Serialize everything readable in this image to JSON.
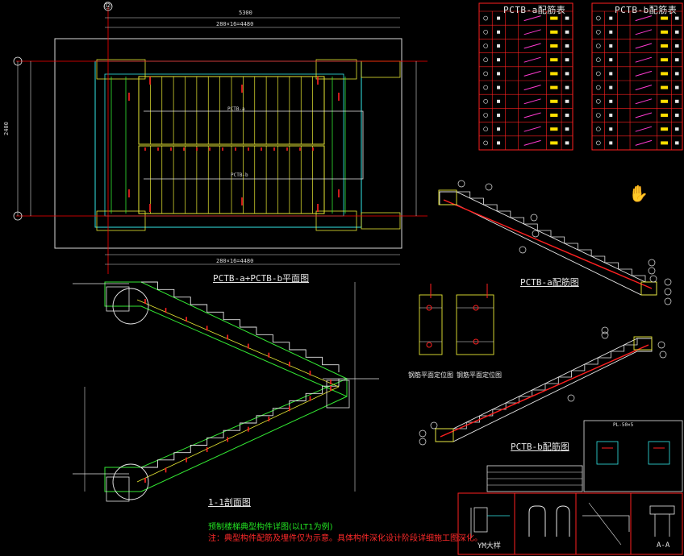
{
  "drawing": {
    "plan_title": "PCTB-a+PCTB-b平面图",
    "section_title": "1-1剖面图",
    "elev_a_title": "PCTB-a配筋图",
    "elev_b_title": "PCTB-b配筋图",
    "table_a_title": "PCTB-a配筋表",
    "table_b_title": "PCTB-b配筋表",
    "detail_1_caption": "钢筋平面定位图",
    "detail_2_caption": "钢筋平面定位图",
    "ym_caption": "YM大样",
    "a_a_caption": "A-A",
    "note_green": "预制楼梯典型构件详图(以LT1为例)",
    "note_red": "注：典型构件配筋及埋件仅为示意。具体构件深化设计阶段详细施工图深化。",
    "plan_dim_top": "5300",
    "plan_dim_run": "280×16=4480",
    "plan_dim_left": "2400",
    "plan_label_a": "PCTB-a",
    "plan_label_b": "PCTB-b",
    "axis_top": "⑫",
    "pl_label": "PL-50×5"
  },
  "colors": {
    "outline": "#f2f2f2",
    "rebar": "#ff2020",
    "yellow": "#e8e833",
    "cyan": "#33e8e8",
    "green": "#33e833",
    "grid_red": "#ff0000"
  }
}
